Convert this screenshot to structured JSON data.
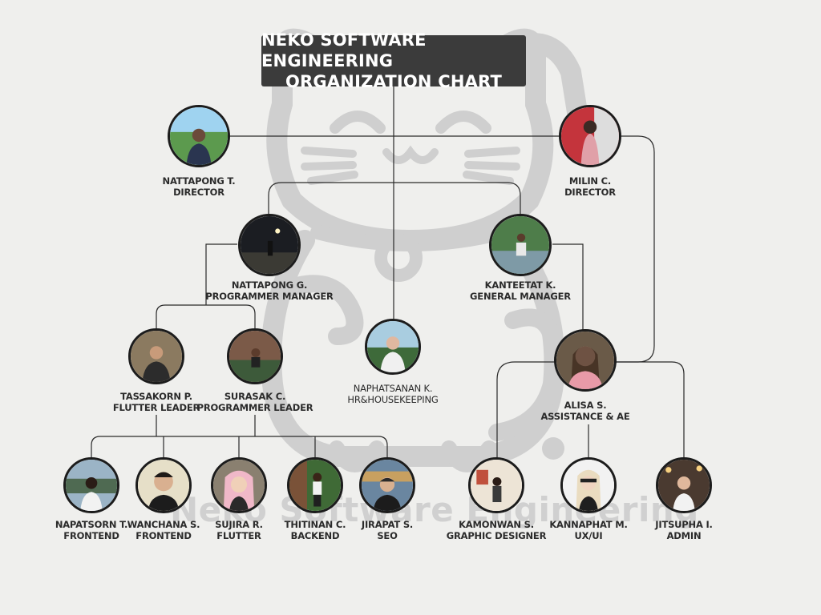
{
  "title": {
    "line1": "NEKO SOFTWARE ENGINEERING",
    "line2": "ORGANIZATION CHART"
  },
  "watermark": "Neko Software Engineering",
  "colors": {
    "background": "#efefed",
    "title_box": "#3b3b3b",
    "lines": "#2a2a2a",
    "mascot": "#cfcfcf"
  },
  "members": [
    {
      "id": "nattapong-t",
      "name": "NATTAPONG T.",
      "role": "DIRECTOR",
      "photo": "photo-nattapong-t"
    },
    {
      "id": "milin-c",
      "name": "MILIN C.",
      "role": "DIRECTOR",
      "photo": "photo-milin-c"
    },
    {
      "id": "nattapong-g",
      "name": "NATTAPONG G.",
      "role": "PROGRAMMER MANAGER",
      "photo": "photo-nattapong-g"
    },
    {
      "id": "kanteetat-k",
      "name": "KANTEETAT K.",
      "role": "GENERAL MANAGER",
      "photo": "photo-kanteetat-k"
    },
    {
      "id": "naphatsanan-k",
      "name": "NAPHATSANAN K.",
      "role": "HR&HOUSEKEEPING",
      "photo": "photo-naphatsanan-k"
    },
    {
      "id": "tassakorn-p",
      "name": "TASSAKORN P.",
      "role": "FLUTTER LEADER",
      "photo": "photo-tassakorn-p"
    },
    {
      "id": "surasak-c",
      "name": "SURASAK C.",
      "role": "PROGRAMMER LEADER",
      "photo": "photo-surasak-c"
    },
    {
      "id": "alisa-s",
      "name": "ALISA S.",
      "role": "ASSISTANCE & AE",
      "photo": "photo-alisa-s"
    },
    {
      "id": "napatsorn-t",
      "name": "NAPATSORN T.",
      "role": "FRONTEND",
      "photo": "photo-napatsorn-t"
    },
    {
      "id": "wanchana-s",
      "name": "WANCHANA S.",
      "role": "FRONTEND",
      "photo": "photo-wanchana-s"
    },
    {
      "id": "sujira-r",
      "name": "SUJIRA R.",
      "role": "FLUTTER",
      "photo": "photo-sujira-r"
    },
    {
      "id": "thitinan-c",
      "name": "THITINAN C.",
      "role": "BACKEND",
      "photo": "photo-thitinan-c"
    },
    {
      "id": "jirapat-s",
      "name": "JIRAPAT S.",
      "role": "SEO",
      "photo": "photo-jirapat-s"
    },
    {
      "id": "kamonwan-s",
      "name": "KAMONWAN S.",
      "role": "GRAPHIC DESIGNER",
      "photo": "photo-kamonwan-s"
    },
    {
      "id": "kannaphat-m",
      "name": "KANNAPHAT M.",
      "role": "UX/UI",
      "photo": "photo-kannaphat-m"
    },
    {
      "id": "jitsupha-i",
      "name": "JITSUPHA I.",
      "role": "ADMIN",
      "photo": "photo-jitsupha-i"
    }
  ]
}
